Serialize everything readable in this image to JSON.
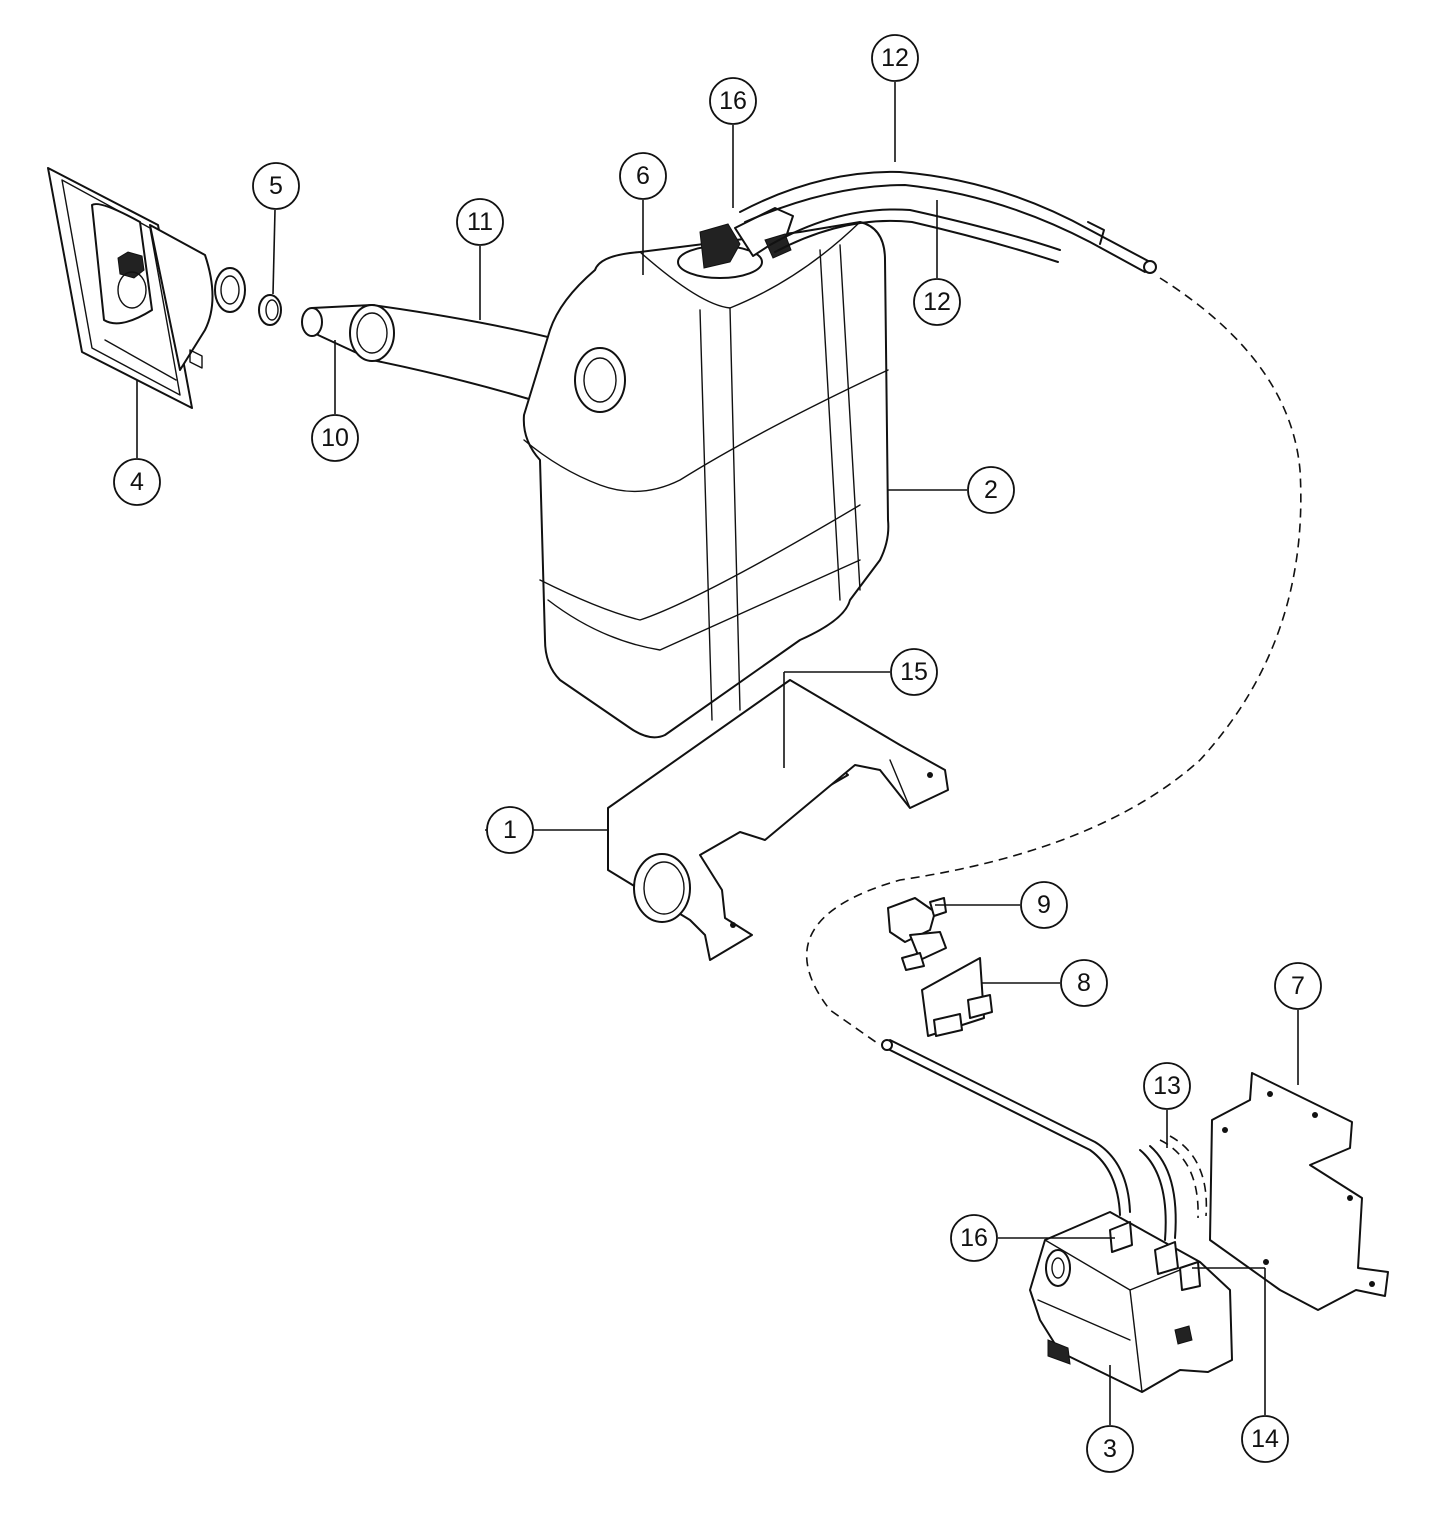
{
  "diagram": {
    "callouts": [
      {
        "id": "c1",
        "label": "1"
      },
      {
        "id": "c2",
        "label": "2"
      },
      {
        "id": "c3",
        "label": "3"
      },
      {
        "id": "c4",
        "label": "4"
      },
      {
        "id": "c5",
        "label": "5"
      },
      {
        "id": "c6",
        "label": "6"
      },
      {
        "id": "c7",
        "label": "7"
      },
      {
        "id": "c8",
        "label": "8"
      },
      {
        "id": "c9",
        "label": "9"
      },
      {
        "id": "c10",
        "label": "10"
      },
      {
        "id": "c11",
        "label": "11"
      },
      {
        "id": "c12a",
        "label": "12"
      },
      {
        "id": "c12b",
        "label": "12"
      },
      {
        "id": "c13",
        "label": "13"
      },
      {
        "id": "c14",
        "label": "14"
      },
      {
        "id": "c15",
        "label": "15"
      },
      {
        "id": "c16a",
        "label": "16"
      },
      {
        "id": "c16b",
        "label": "16"
      }
    ]
  }
}
